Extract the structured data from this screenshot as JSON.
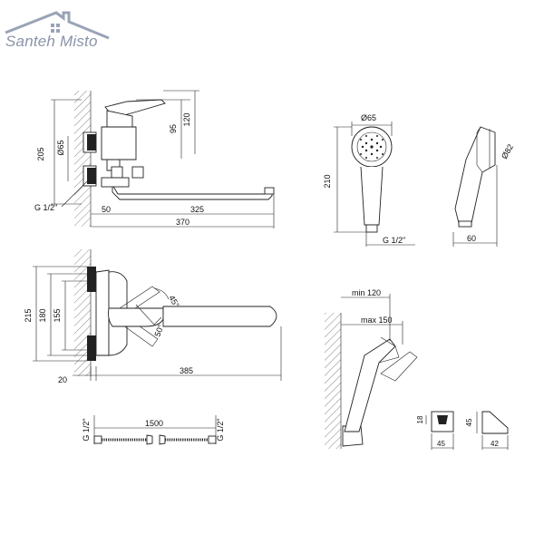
{
  "brand": {
    "name": "Santeh Misto",
    "logo_icon": "house-roof-icon"
  },
  "dimensions": {
    "side_view": {
      "h205": "205",
      "h120": "120",
      "h95": "95",
      "d65": "Ø65",
      "g12": "G 1/2\"",
      "w50": "50",
      "w325": "325",
      "w370": "370"
    },
    "shower_head": {
      "d65": "Ø65",
      "h210": "210",
      "g12": "G 1/2\""
    },
    "shower_side": {
      "d82": "Ø82",
      "w60": "60"
    },
    "top_view": {
      "h215": "215",
      "h180": "180",
      "h155": "155",
      "a45": "45°",
      "a50": "50°",
      "w20": "20",
      "w385": "385"
    },
    "hose": {
      "g12_left": "G 1/2\"",
      "g12_right": "G 1/2\"",
      "length": "1500"
    },
    "holder_view": {
      "min": "min 120",
      "max": "max 150"
    },
    "holder_front": {
      "h18": "18",
      "w45": "45"
    },
    "holder_side": {
      "h45": "45",
      "w42": "42"
    }
  }
}
